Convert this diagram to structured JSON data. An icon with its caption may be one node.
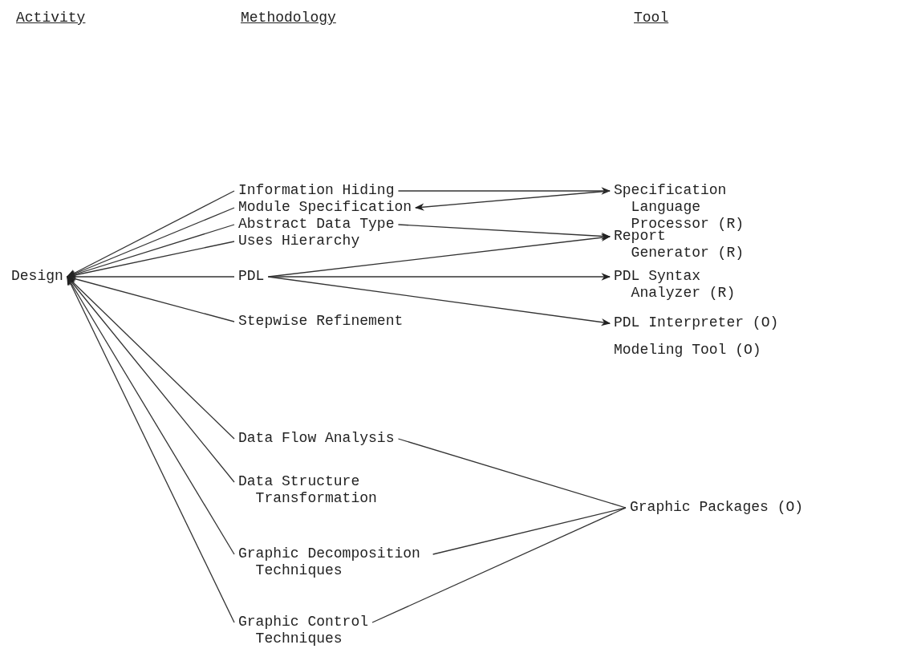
{
  "diagram": {
    "nodes": [
      {
        "text": [
          "Design"
        ]
      },
      {
        "text": [
          "Information Hiding"
        ]
      },
      {
        "text": [
          "Module Specification"
        ]
      },
      {
        "text": [
          "Abstract Data Type"
        ]
      },
      {
        "text": [
          "Uses Hierarchy"
        ]
      },
      {
        "text": [
          "PDL"
        ]
      },
      {
        "text": [
          "Stepwise Refinement"
        ]
      },
      {
        "text": [
          "Data Flow Analysis"
        ]
      },
      {
        "text": [
          "Data Structure Transformation"
        ]
      },
      {
        "text": [
          "Graphic Decomposition Techniques"
        ]
      },
      {
        "text": [
          "Graphic Control Techniques"
        ]
      },
      {
        "text": [
          "Specification Language Processor (R)"
        ]
      },
      {
        "text": [
          "Report Generator (R)"
        ]
      },
      {
        "text": [
          "PDL Syntax Analyzer (R)"
        ]
      },
      {
        "text": [
          "PDL Interpreter (O)"
        ]
      },
      {
        "text": [
          "Graphic Packages (O)"
        ]
      }
    ],
    "edges": [
      {
        "from": 1,
        "to": 0,
        "arrow": "to"
      },
      {
        "from": 2,
        "to": 0,
        "arrow": "to"
      },
      {
        "from": 3,
        "to": 0,
        "arrow": "to"
      },
      {
        "from": 4,
        "to": 0,
        "arrow": "to"
      },
      {
        "from": 5,
        "to": 0,
        "arrow": "to"
      },
      {
        "from": 6,
        "to": 0,
        "arrow": "to"
      },
      {
        "from": 7,
        "to": 0,
        "arrow": "to"
      },
      {
        "from": 8,
        "to": 0,
        "arrow": "to"
      },
      {
        "from": 9,
        "to": 0,
        "arrow": "to"
      },
      {
        "from": 10,
        "to": 0,
        "arrow": "to"
      },
      {
        "from": 1,
        "to": 11,
        "arrow": "to"
      },
      {
        "from": 11,
        "to": 2,
        "arrow": "to"
      },
      {
        "from": 3,
        "to": 12,
        "arrow": "to"
      },
      {
        "from": 5,
        "to": 12,
        "arrow": "to"
      },
      {
        "from": 5,
        "to": 13,
        "arrow": "to"
      },
      {
        "from": 5,
        "to": 14,
        "arrow": "to"
      },
      {
        "from": 7,
        "to": 15,
        "arrow": "none"
      },
      {
        "from": 9,
        "to": 15,
        "arrow": "none"
      },
      {
        "from": 10,
        "to": 15,
        "arrow": "none"
      }
    ],
    "labels": [
      "Activity",
      "Methodology",
      "Tool",
      "Modeling Tool (O)"
    ]
  }
}
